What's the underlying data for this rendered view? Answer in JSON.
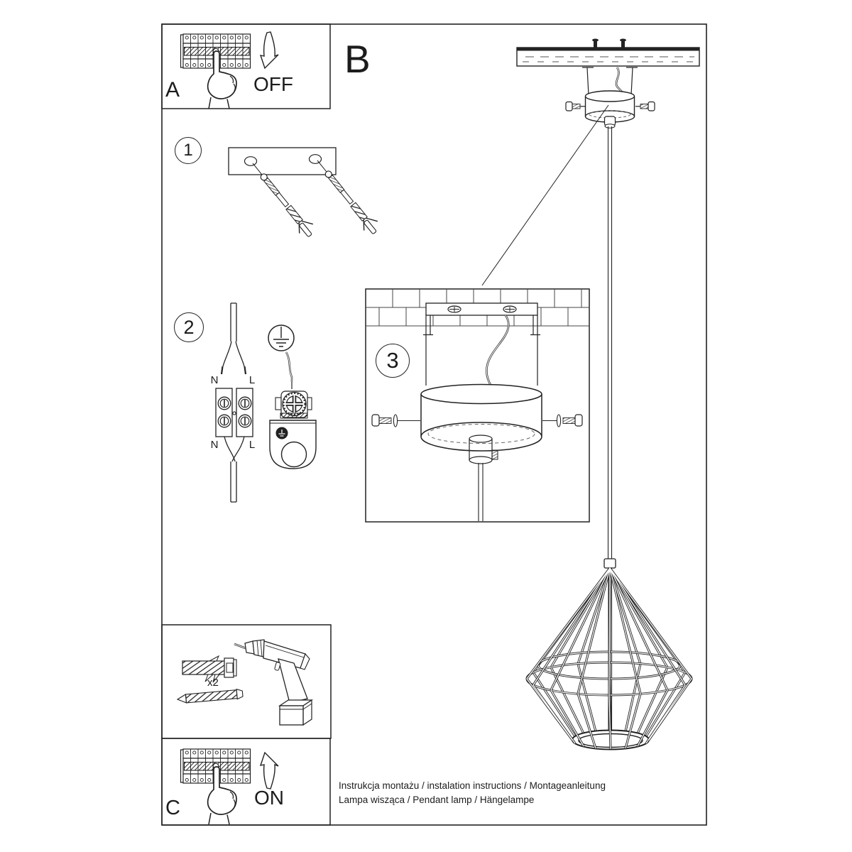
{
  "sheet": {
    "panels": {
      "a": {
        "label": "A",
        "action": "OFF"
      },
      "b": {
        "label": "B"
      },
      "c": {
        "label": "C",
        "action": "ON"
      }
    },
    "steps": {
      "s1": "1",
      "s2": "2",
      "s3": "3"
    },
    "wiring": {
      "neutral": "N",
      "live": "L"
    },
    "hardware": {
      "anchor_count": "x2"
    },
    "footer": {
      "line1": "Instrukcja montażu / instalation instructions / Montageanleitung",
      "line2": "Lampa wisząca / Pendant lamp / Hängelampe"
    },
    "colors": {
      "line": "#222222",
      "paper": "#ffffff"
    }
  }
}
